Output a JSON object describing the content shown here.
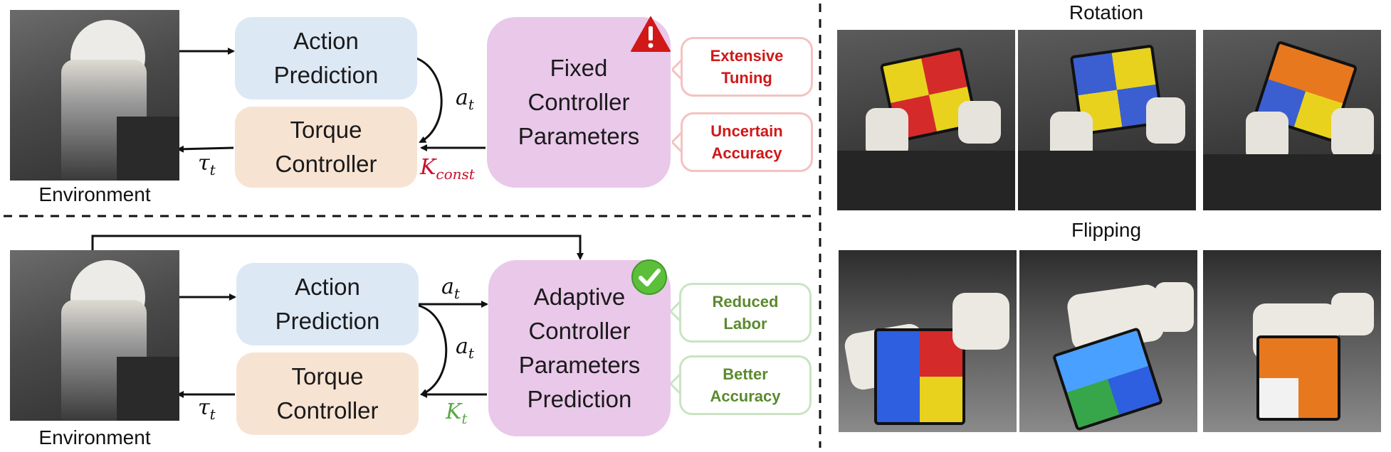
{
  "top": {
    "env_label": "Environment",
    "action_prediction": "Action\nPrediction",
    "torque_controller": "Torque\nController",
    "fixed_params": "Fixed\nController\nParameters",
    "a_t": "a",
    "a_t_sub": "t",
    "tau_t": "τ",
    "tau_t_sub": "t",
    "k_const": "K",
    "k_const_sub": "const",
    "callout1": "Extensive\nTuning",
    "callout2": "Uncertain\nAccuracy"
  },
  "bottom": {
    "env_label": "Environment",
    "action_prediction": "Action\nPrediction",
    "torque_controller": "Torque\nController",
    "adaptive_params": "Adaptive\nController\nParameters\nPrediction",
    "a_t_top": "a",
    "a_t_top_sub": "t",
    "a_t_mid": "a",
    "a_t_mid_sub": "t",
    "tau_t": "τ",
    "tau_t_sub": "t",
    "k_t": "K",
    "k_t_sub": "t",
    "callout1": "Reduced\nLabor",
    "callout2": "Better\nAccuracy"
  },
  "right": {
    "rotation_title": "Rotation",
    "flipping_title": "Flipping"
  },
  "colors": {
    "warning_red": "#d01818",
    "success_green": "#5b8a2e",
    "k_const_color": "#c8102e",
    "k_t_color": "#5aa84a"
  },
  "icons": [
    "warning-icon",
    "checkmark-icon"
  ]
}
